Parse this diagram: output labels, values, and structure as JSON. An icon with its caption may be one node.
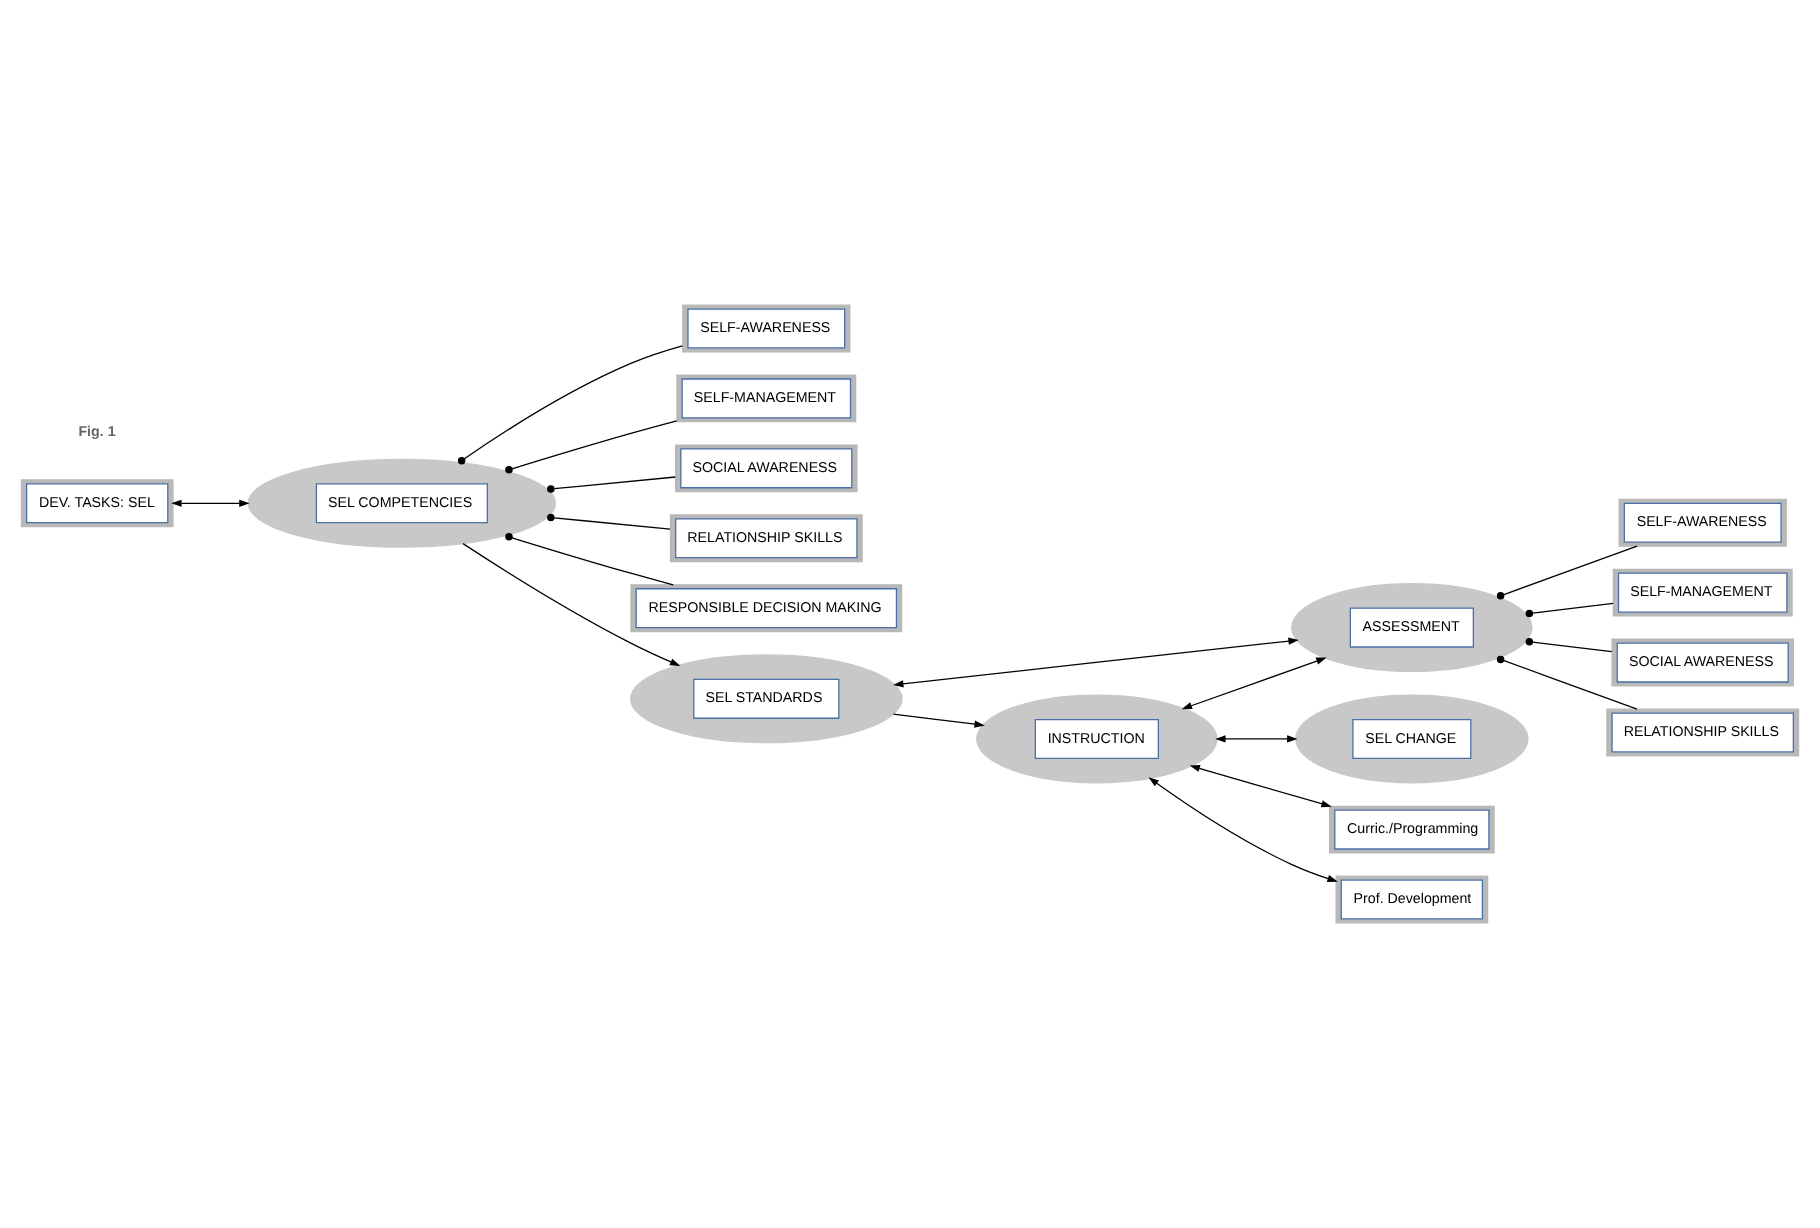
{
  "diagram": {
    "nodes": [
      {
        "text": [
          "DEV. TASKS: SEL"
        ]
      },
      {
        "text": [
          "SEL COMPETENCIES"
        ]
      },
      {
        "text": [
          "SELF-AWARENESS"
        ]
      },
      {
        "text": [
          "SELF-MANAGEMENT"
        ]
      },
      {
        "text": [
          "SOCIAL AWARENESS"
        ]
      },
      {
        "text": [
          "RELATIONSHIP SKILLS"
        ]
      },
      {
        "text": [
          "RESPONSIBLE DECISION MAKING"
        ]
      },
      {
        "text": [
          "SEL STANDARDS"
        ]
      },
      {
        "text": [
          "INSTRUCTION"
        ]
      },
      {
        "text": [
          "ASSESSMENT"
        ]
      },
      {
        "text": [
          "SEL CHANGE"
        ]
      },
      {
        "text": [
          "SELF-AWARENESS"
        ]
      },
      {
        "text": [
          "SELF-MANAGEMENT"
        ]
      },
      {
        "text": [
          "SOCIAL AWARENESS"
        ]
      },
      {
        "text": [
          "RELATIONSHIP SKILLS"
        ]
      },
      {
        "text": [
          "Curric./Programming"
        ]
      },
      {
        "text": [
          "Prof. Development"
        ]
      }
    ],
    "edges": [
      {
        "from": 0,
        "to": 1,
        "arrow": "both"
      },
      {
        "from": 1,
        "to": 2,
        "arrow": "other"
      },
      {
        "from": 1,
        "to": 3,
        "arrow": "other"
      },
      {
        "from": 1,
        "to": 4,
        "arrow": "other"
      },
      {
        "from": 1,
        "to": 5,
        "arrow": "other"
      },
      {
        "from": 1,
        "to": 6,
        "arrow": "other"
      },
      {
        "from": 1,
        "to": 7,
        "arrow": "to"
      },
      {
        "from": 7,
        "to": 8,
        "arrow": "to"
      },
      {
        "from": 7,
        "to": 9,
        "arrow": "both"
      },
      {
        "from": 8,
        "to": 9,
        "arrow": "both"
      },
      {
        "from": 8,
        "to": 10,
        "arrow": "both"
      },
      {
        "from": 9,
        "to": 11,
        "arrow": "other"
      },
      {
        "from": 9,
        "to": 12,
        "arrow": "other"
      },
      {
        "from": 9,
        "to": 13,
        "arrow": "other"
      },
      {
        "from": 9,
        "to": 14,
        "arrow": "other"
      },
      {
        "from": 8,
        "to": 15,
        "arrow": "both"
      },
      {
        "from": 8,
        "to": 16,
        "arrow": "both"
      }
    ],
    "labels": [
      "Fig. 1"
    ]
  }
}
